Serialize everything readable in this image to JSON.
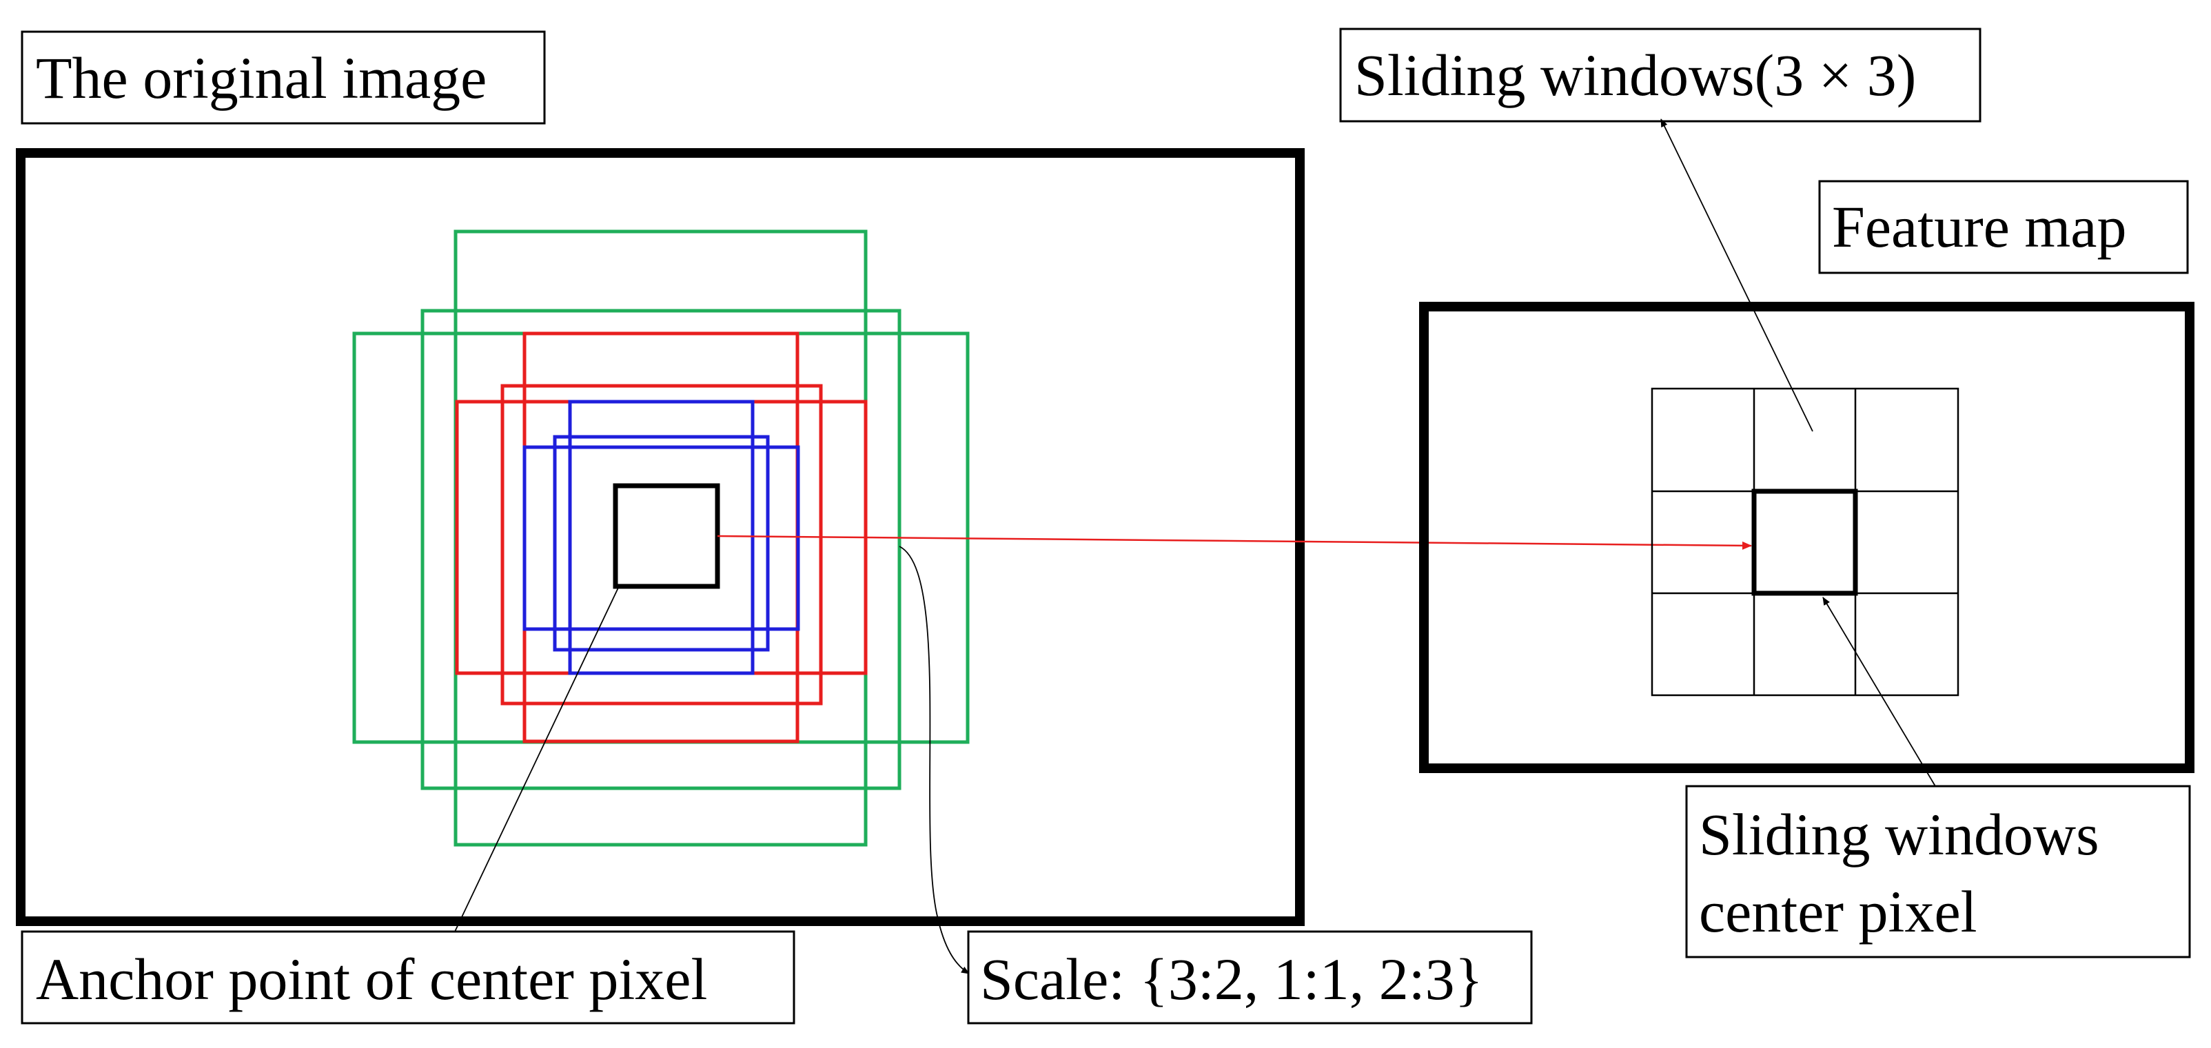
{
  "labels": {
    "original_image": "The original image",
    "sliding_windows": "Sliding windows(3 × 3)",
    "feature_map": "Feature map",
    "center_pixel_line1": "Sliding windows",
    "center_pixel_line2": "center pixel",
    "anchor_point": "Anchor point of center pixel",
    "scale": "Scale: {3:2, 1:1, 2:3}"
  },
  "colors": {
    "small_scale": "#1f1fdc",
    "medium_scale": "#e81e1e",
    "large_scale": "#1fae5a",
    "projection_arrow": "#e81e1e",
    "frame": "#000000"
  }
}
